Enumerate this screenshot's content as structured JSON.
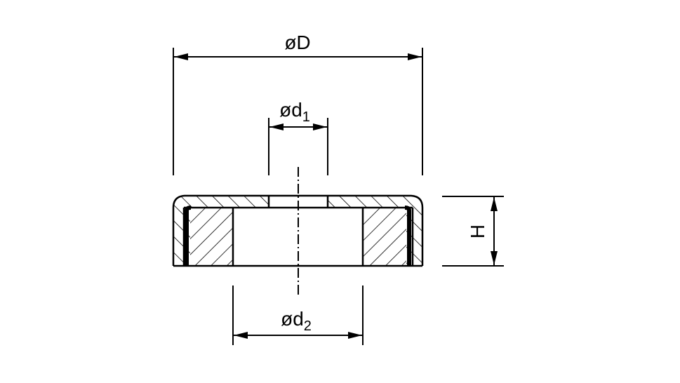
{
  "dimensions": {
    "outer_diameter": {
      "prefix": "øD",
      "sub": ""
    },
    "hole_diameter": {
      "prefix": "ød",
      "sub": "1"
    },
    "magnet_bore_diameter": {
      "prefix": "ød",
      "sub": "2"
    },
    "height": {
      "prefix": "H",
      "sub": ""
    }
  },
  "colors": {
    "line": "#000000",
    "background": "#ffffff"
  }
}
